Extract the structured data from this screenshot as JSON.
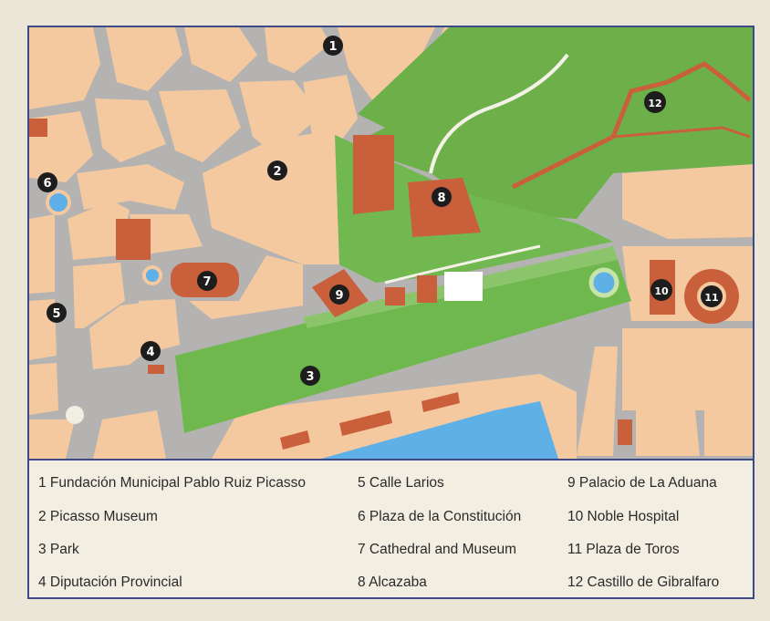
{
  "colors": {
    "block": "#f4c9a0",
    "street": "#b0b0ae",
    "park": "#6fb84d",
    "hill_park": "#6db04a",
    "landmark": "#c95f3b",
    "water": "#5fb0e6",
    "marker": "#1d1d1d",
    "frame": "#3c4a86"
  },
  "markers": [
    {
      "num": "1",
      "name": "Fundación Municipal Pablo Ruiz Picasso"
    },
    {
      "num": "2",
      "name": "Picasso Museum"
    },
    {
      "num": "3",
      "name": "Park"
    },
    {
      "num": "4",
      "name": "Diputación Provincial"
    },
    {
      "num": "5",
      "name": "Calle Larios"
    },
    {
      "num": "6",
      "name": "Plaza de la Constitución"
    },
    {
      "num": "7",
      "name": "Cathedral and Museum"
    },
    {
      "num": "8",
      "name": "Alcazaba"
    },
    {
      "num": "9",
      "name": "Palacio de La Aduana"
    },
    {
      "num": "10",
      "name": "Noble Hospital"
    },
    {
      "num": "11",
      "name": "Plaza de Toros"
    },
    {
      "num": "12",
      "name": "Castillo de Gibralfaro"
    }
  ],
  "legend": [
    [
      "1 Fundación Municipal Pablo Ruiz Picasso",
      "2 Picasso Museum",
      "3 Park",
      "4 Diputación Provincial"
    ],
    [
      "5 Calle Larios",
      "6 Plaza de la Constitución",
      "7 Cathedral and Museum",
      "8 Alcazaba"
    ],
    [
      "9  Palacio de La Aduana",
      "10 Noble Hospital",
      "11 Plaza de Toros",
      "12 Castillo de Gibralfaro"
    ]
  ]
}
